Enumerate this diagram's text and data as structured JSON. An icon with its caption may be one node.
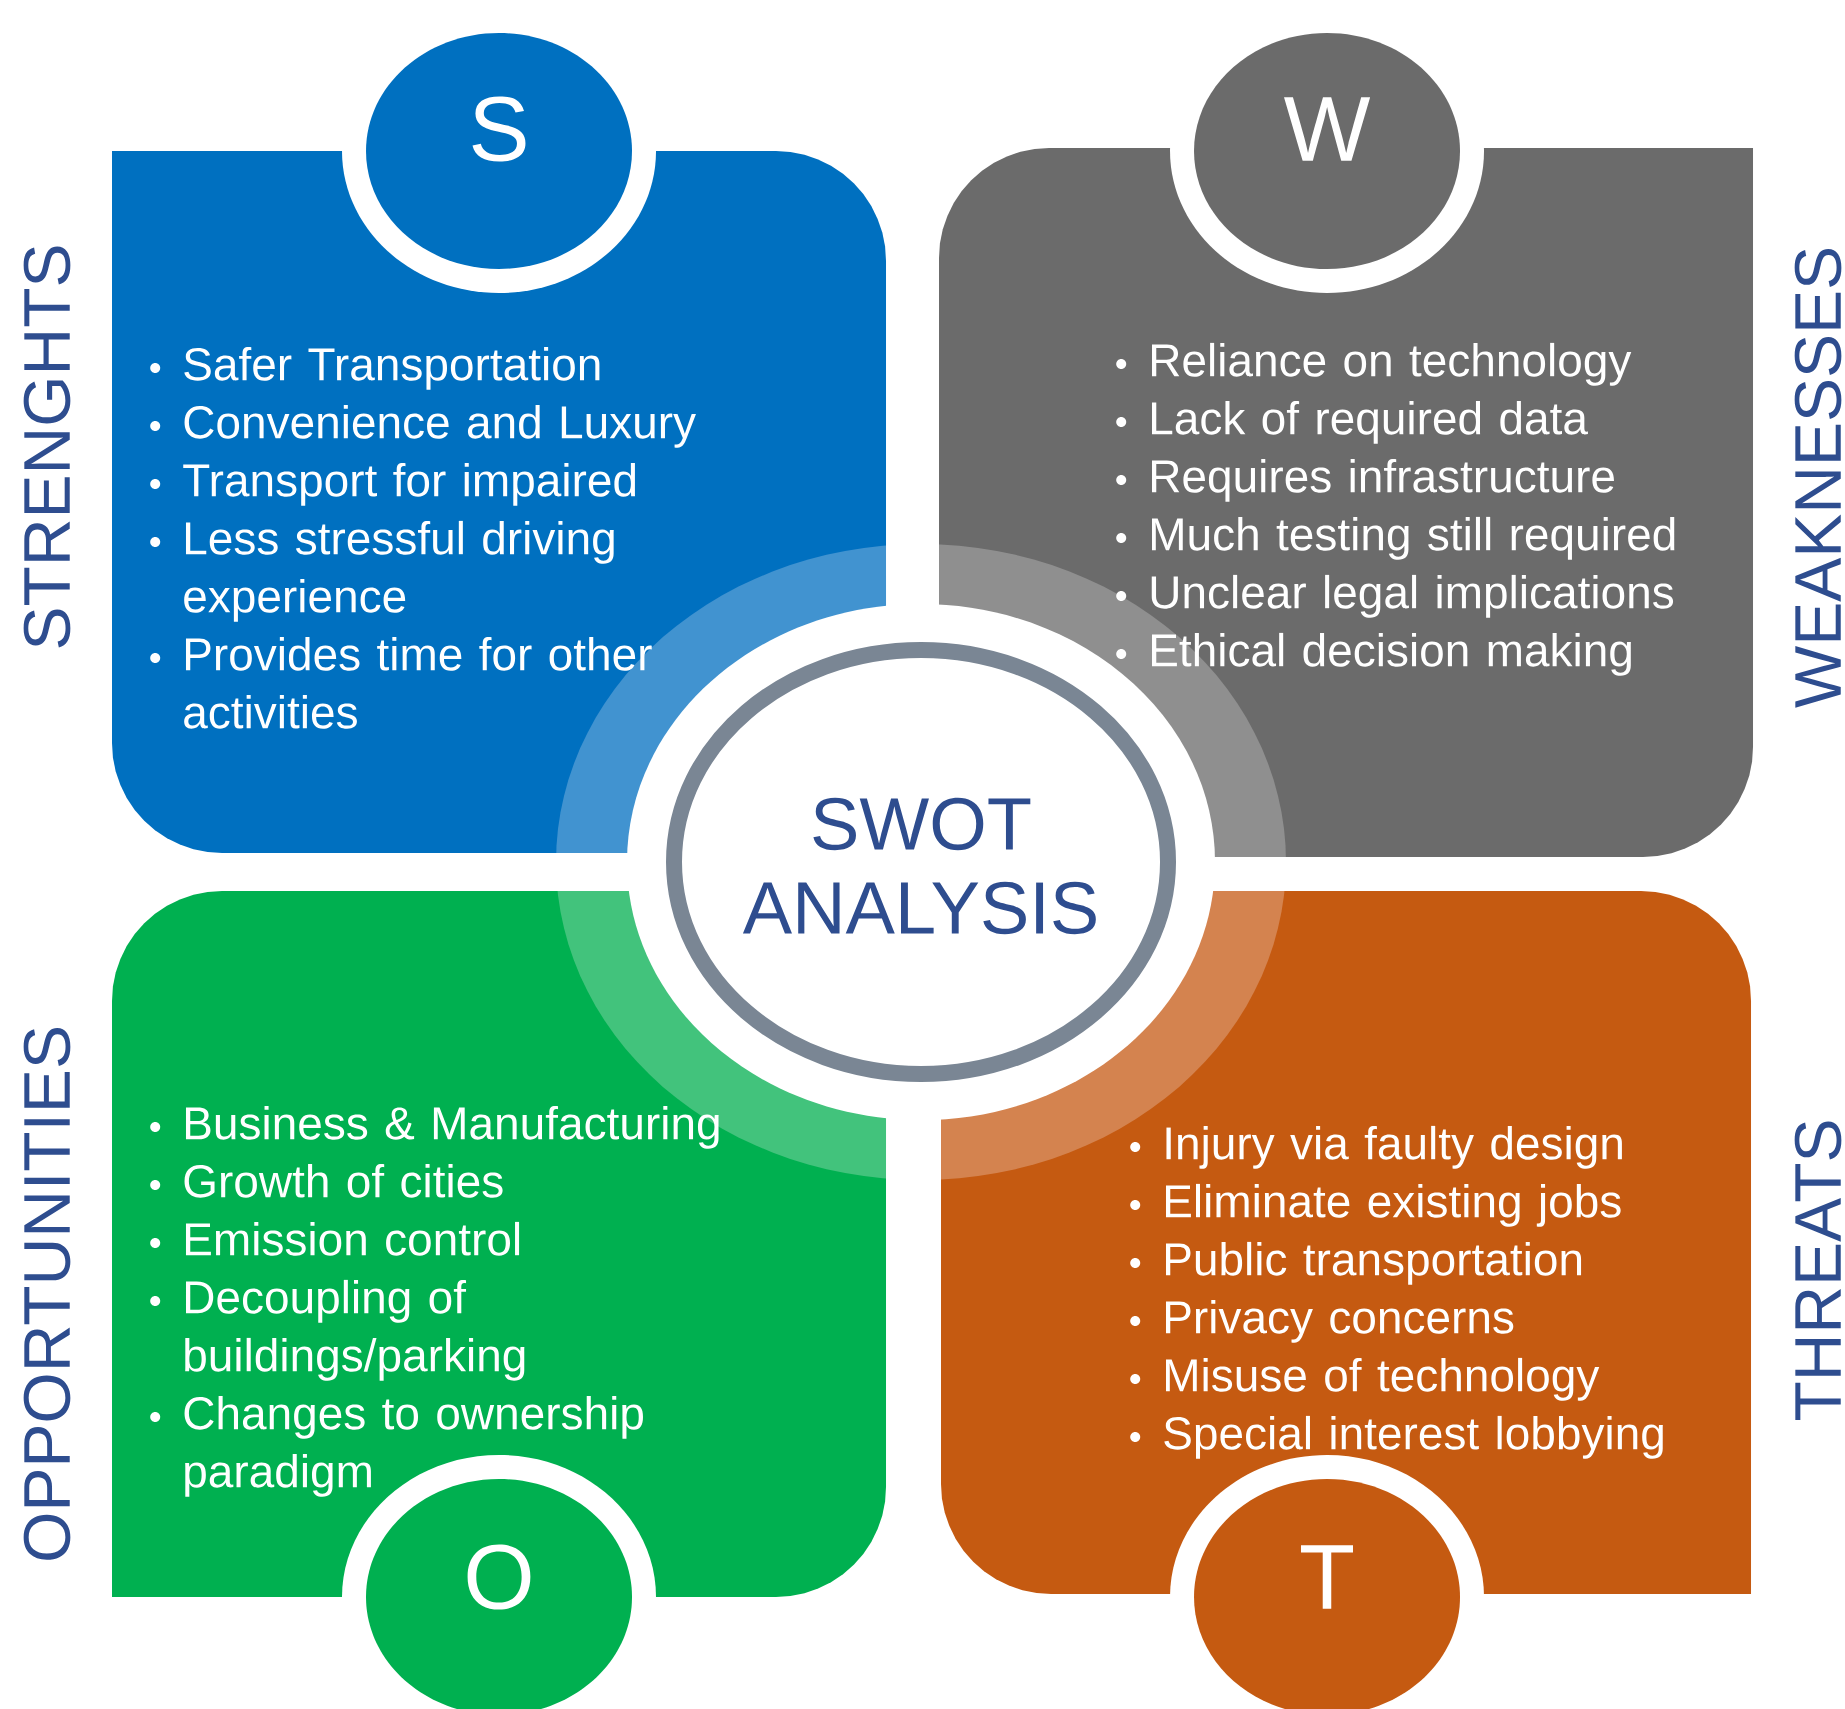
{
  "diagram": {
    "nodes": [
      {
        "text": [
          "S"
        ]
      },
      {
        "text": [
          "Safer Transportation",
          "Convenience and Luxury",
          "Transport for impaired",
          "Less stressful driving experience",
          "Provides time for other activities"
        ],
        "beside": [
          "STRENGHTS"
        ]
      },
      {
        "text": [
          "W"
        ]
      },
      {
        "text": [
          "Reliance on technology",
          "Lack of required data",
          "Requires infrastructure",
          "Much testing still required",
          "Unclear legal implications",
          "Ethical decision making"
        ],
        "beside": [
          "WEAKNESSES"
        ]
      },
      {
        "text": [
          "SWOT ANALYSIS"
        ]
      },
      {
        "text": [
          "Business & Manufacturing",
          "Growth of cities",
          "Emission control",
          "Decoupling of buildings/parking",
          "Changes to ownership paradigm"
        ],
        "beside": [
          "OPPORTUNITIES"
        ]
      },
      {
        "text": [
          "O"
        ]
      },
      {
        "text": [
          "Injury via faulty design",
          "Eliminate existing jobs",
          "Public transportation",
          "Privacy concerns",
          "Misuse of technology",
          "Special interest lobbying"
        ],
        "beside": [
          "THREATS"
        ]
      },
      {
        "text": [
          "T"
        ]
      }
    ]
  }
}
